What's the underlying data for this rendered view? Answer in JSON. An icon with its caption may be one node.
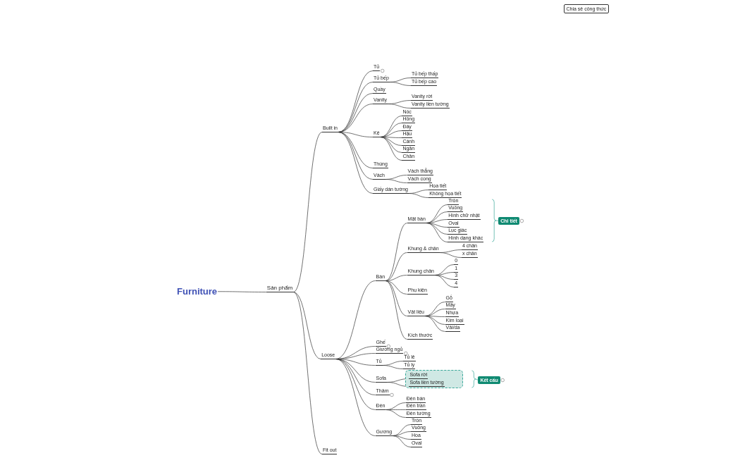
{
  "diagram": {
    "nodes": [
      {
        "text": [
          "Furniture"
        ]
      },
      {
        "text": [
          "Sản phẩm"
        ]
      },
      {
        "text": [
          "Built in"
        ]
      },
      {
        "text": [
          "Tủ"
        ]
      },
      {
        "text": [
          "Tủ bếp"
        ]
      },
      {
        "text": [
          "Tủ bếp thấp"
        ]
      },
      {
        "text": [
          "Tủ bếp cao"
        ]
      },
      {
        "text": [
          "Quầy"
        ]
      },
      {
        "text": [
          "Vanity"
        ]
      },
      {
        "text": [
          "Vanity rời"
        ]
      },
      {
        "text": [
          "Vanity liền tường"
        ]
      },
      {
        "text": [
          "Kệ"
        ]
      },
      {
        "text": [
          "Nóc"
        ]
      },
      {
        "text": [
          "Hông"
        ]
      },
      {
        "text": [
          "Đáy"
        ]
      },
      {
        "text": [
          "Hậu"
        ]
      },
      {
        "text": [
          "Cánh"
        ]
      },
      {
        "text": [
          "Ngăn"
        ]
      },
      {
        "text": [
          "Chân"
        ]
      },
      {
        "text": [
          "Thùng"
        ]
      },
      {
        "text": [
          "Vách"
        ]
      },
      {
        "text": [
          "Vách thẳng"
        ]
      },
      {
        "text": [
          "Vách cong"
        ]
      },
      {
        "text": [
          "Giấy dán tường"
        ]
      },
      {
        "text": [
          "Họa tiết"
        ]
      },
      {
        "text": [
          "Không họa tiết"
        ]
      },
      {
        "text": [
          "Loose"
        ]
      },
      {
        "text": [
          "Bàn"
        ]
      },
      {
        "text": [
          "Mặt bàn"
        ]
      },
      {
        "text": [
          "Tròn"
        ]
      },
      {
        "text": [
          "Vuông"
        ]
      },
      {
        "text": [
          "Hình chữ nhật"
        ]
      },
      {
        "text": [
          "Oval"
        ]
      },
      {
        "text": [
          "Lục giác"
        ]
      },
      {
        "text": [
          "Hình dạng khác"
        ]
      },
      {
        "text": [
          "Chi tiết"
        ]
      },
      {
        "text": [
          "Khung & chân"
        ]
      },
      {
        "text": [
          "4 chân"
        ]
      },
      {
        "text": [
          "x chân"
        ]
      },
      {
        "text": [
          "Khung chân"
        ]
      },
      {
        "text": [
          "0"
        ]
      },
      {
        "text": [
          "1"
        ]
      },
      {
        "text": [
          "3"
        ]
      },
      {
        "text": [
          "4"
        ]
      },
      {
        "text": [
          "Phụ kiện"
        ]
      },
      {
        "text": [
          "Vật liệu"
        ]
      },
      {
        "text": [
          "Gỗ"
        ]
      },
      {
        "text": [
          "Mây"
        ]
      },
      {
        "text": [
          "Nhựa"
        ]
      },
      {
        "text": [
          "Kim loại"
        ]
      },
      {
        "text": [
          "Vải/da"
        ]
      },
      {
        "text": [
          "Kích thước"
        ]
      },
      {
        "text": [
          "Ghế"
        ]
      },
      {
        "text": [
          "Giường ngủ"
        ]
      },
      {
        "text": [
          "Tủ"
        ]
      },
      {
        "text": [
          "Tủ lẻ"
        ]
      },
      {
        "text": [
          "Tủ ly"
        ]
      },
      {
        "text": [
          "Sofa"
        ]
      },
      {
        "text": [],
        "shape": "box"
      },
      {
        "text": [
          "Sofa rời"
        ],
        "in": 58
      },
      {
        "text": [
          "Sofa liền tường"
        ],
        "in": 58
      },
      {
        "text": [
          "Kết cấu"
        ]
      },
      {
        "text": [
          "Thảm"
        ]
      },
      {
        "text": [
          "Đèn"
        ]
      },
      {
        "text": [
          "Đèn bàn"
        ]
      },
      {
        "text": [
          "Đèn trần"
        ]
      },
      {
        "text": [
          "Đèn tường"
        ]
      },
      {
        "text": [
          "Gương"
        ]
      },
      {
        "text": [
          "Tròn"
        ]
      },
      {
        "text": [
          "Vuông"
        ]
      },
      {
        "text": [
          "Hoa"
        ]
      },
      {
        "text": [
          "Oval"
        ]
      },
      {
        "text": [
          "Fit out"
        ]
      }
    ],
    "edges": [
      {
        "from": 0,
        "to": 1,
        "arrow": "none"
      },
      {
        "from": 1,
        "to": 2,
        "arrow": "none"
      },
      {
        "from": 2,
        "to": 3,
        "arrow": "none"
      },
      {
        "from": 2,
        "to": 4,
        "arrow": "none"
      },
      {
        "from": 4,
        "to": 5,
        "arrow": "none"
      },
      {
        "from": 4,
        "to": 6,
        "arrow": "none"
      },
      {
        "from": 2,
        "to": 7,
        "arrow": "none"
      },
      {
        "from": 2,
        "to": 8,
        "arrow": "none"
      },
      {
        "from": 8,
        "to": 9,
        "arrow": "none"
      },
      {
        "from": 8,
        "to": 10,
        "arrow": "none"
      },
      {
        "from": 2,
        "to": 11,
        "arrow": "none"
      },
      {
        "from": 11,
        "to": 12,
        "arrow": "none"
      },
      {
        "from": 11,
        "to": 13,
        "arrow": "none"
      },
      {
        "from": 11,
        "to": 14,
        "arrow": "none"
      },
      {
        "from": 11,
        "to": 15,
        "arrow": "none"
      },
      {
        "from": 11,
        "to": 16,
        "arrow": "none"
      },
      {
        "from": 11,
        "to": 17,
        "arrow": "none"
      },
      {
        "from": 11,
        "to": 18,
        "arrow": "none"
      },
      {
        "from": 2,
        "to": 19,
        "arrow": "none"
      },
      {
        "from": 2,
        "to": 20,
        "arrow": "none"
      },
      {
        "from": 20,
        "to": 21,
        "arrow": "none"
      },
      {
        "from": 20,
        "to": 22,
        "arrow": "none"
      },
      {
        "from": 2,
        "to": 23,
        "arrow": "none"
      },
      {
        "from": 23,
        "to": 24,
        "arrow": "none"
      },
      {
        "from": 23,
        "to": 25,
        "arrow": "none"
      },
      {
        "from": 1,
        "to": 26,
        "arrow": "none"
      },
      {
        "from": 26,
        "to": 27,
        "arrow": "none"
      },
      {
        "from": 27,
        "to": 28,
        "arrow": "none"
      },
      {
        "from": 28,
        "to": 29,
        "arrow": "none"
      },
      {
        "from": 28,
        "to": 30,
        "arrow": "none"
      },
      {
        "from": 28,
        "to": 31,
        "arrow": "none"
      },
      {
        "from": 28,
        "to": 32,
        "arrow": "none"
      },
      {
        "from": 28,
        "to": 33,
        "arrow": "none"
      },
      {
        "from": 28,
        "to": 34,
        "arrow": "none"
      },
      {
        "from": 27,
        "to": 36,
        "arrow": "none"
      },
      {
        "from": 36,
        "to": 37,
        "arrow": "none"
      },
      {
        "from": 36,
        "to": 38,
        "arrow": "none"
      },
      {
        "from": 27,
        "to": 39,
        "arrow": "none"
      },
      {
        "from": 39,
        "to": 40,
        "arrow": "none"
      },
      {
        "from": 39,
        "to": 41,
        "arrow": "none"
      },
      {
        "from": 39,
        "to": 42,
        "arrow": "none"
      },
      {
        "from": 39,
        "to": 43,
        "arrow": "none"
      },
      {
        "from": 27,
        "to": 44,
        "arrow": "none"
      },
      {
        "from": 27,
        "to": 45,
        "arrow": "none"
      },
      {
        "from": 45,
        "to": 46,
        "arrow": "none"
      },
      {
        "from": 45,
        "to": 47,
        "arrow": "none"
      },
      {
        "from": 45,
        "to": 48,
        "arrow": "none"
      },
      {
        "from": 45,
        "to": 49,
        "arrow": "none"
      },
      {
        "from": 45,
        "to": 50,
        "arrow": "none"
      },
      {
        "from": 27,
        "to": 51,
        "arrow": "none"
      },
      {
        "from": 26,
        "to": 52,
        "arrow": "none"
      },
      {
        "from": 26,
        "to": 53,
        "arrow": "none"
      },
      {
        "from": 26,
        "to": 54,
        "arrow": "none"
      },
      {
        "from": 54,
        "to": 55,
        "arrow": "none"
      },
      {
        "from": 54,
        "to": 56,
        "arrow": "none"
      },
      {
        "from": 26,
        "to": 57,
        "arrow": "none"
      },
      {
        "from": 57,
        "to": 59,
        "arrow": "none"
      },
      {
        "from": 57,
        "to": 60,
        "arrow": "none"
      },
      {
        "from": 26,
        "to": 62,
        "arrow": "none"
      },
      {
        "from": 26,
        "to": 63,
        "arrow": "none"
      },
      {
        "from": 63,
        "to": 64,
        "arrow": "none"
      },
      {
        "from": 63,
        "to": 65,
        "arrow": "none"
      },
      {
        "from": 63,
        "to": 66,
        "arrow": "none"
      },
      {
        "from": 26,
        "to": 67,
        "arrow": "none"
      },
      {
        "from": 67,
        "to": 68,
        "arrow": "none"
      },
      {
        "from": 67,
        "to": 69,
        "arrow": "none"
      },
      {
        "from": 67,
        "to": 70,
        "arrow": "none"
      },
      {
        "from": 67,
        "to": 71,
        "arrow": "none"
      },
      {
        "from": 1,
        "to": 72,
        "arrow": "none"
      }
    ],
    "labels": [
      "Chia sẻ công thức"
    ]
  }
}
